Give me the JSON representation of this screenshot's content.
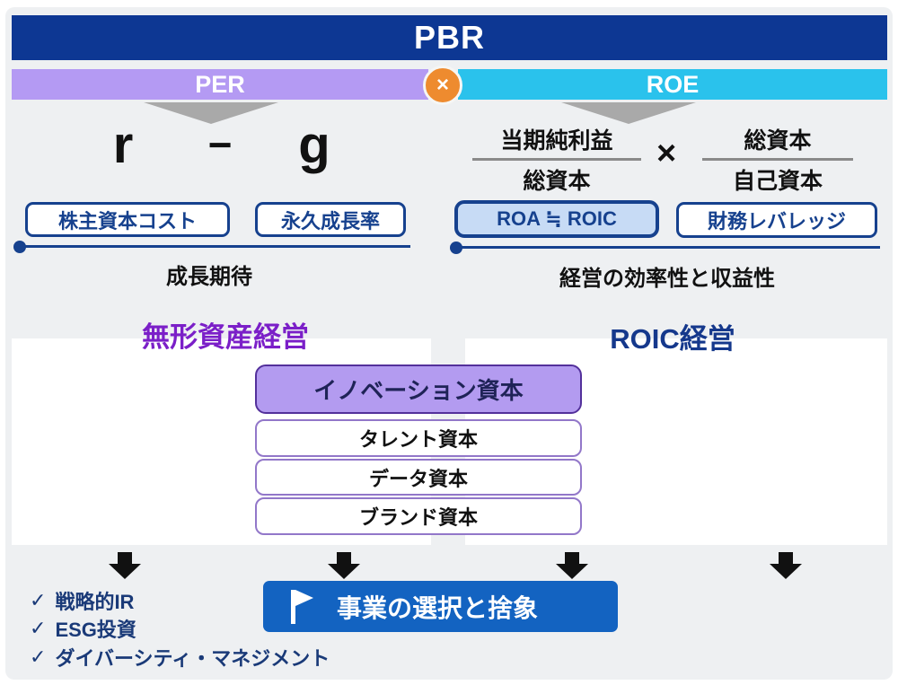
{
  "top": {
    "pbr_label": "PBR",
    "per_label": "PER",
    "roe_label": "ROE",
    "multiply_symbol": "×"
  },
  "per_branch": {
    "r": "r",
    "minus": "−",
    "g": "g",
    "box1": "株主資本コスト",
    "box2": "永久成長率",
    "caption": "成長期待"
  },
  "roe_branch": {
    "fraction1_numerator": "当期純利益",
    "fraction1_denominator": "総資本",
    "times": "×",
    "fraction2_numerator": "総資本",
    "fraction2_denominator": "自己資本",
    "box1": "ROA ≒ ROIC",
    "box2": "財務レバレッジ",
    "caption": "経営の効率性と収益性"
  },
  "management": {
    "intangible_title": "無形資産経営",
    "roic_title": "ROIC経営",
    "capitals": [
      "イノベーション資本",
      "タレント資本",
      "データ資本",
      "ブランド資本"
    ]
  },
  "bottom": {
    "checkmark": "✓",
    "checklist": [
      "戦略的IR",
      "ESG投資",
      "ダイバーシティ・マネジメント"
    ],
    "cta_label": "事業の選択と捨象"
  },
  "colors": {
    "navy_banner": "#0d3793",
    "per_purple": "#b49af3",
    "roe_cyan": "#2ac2ec",
    "multiply_orange": "#ee8b2f",
    "box_border_navy": "#16418e",
    "roa_fill_blue": "#c7dbf5",
    "intangible_purple": "#7b1fc8",
    "roic_navy": "#15388c",
    "capital_fill_purple": "#b39bf0",
    "cta_blue": "#1363c1",
    "checklist_navy": "#1a3a78"
  }
}
